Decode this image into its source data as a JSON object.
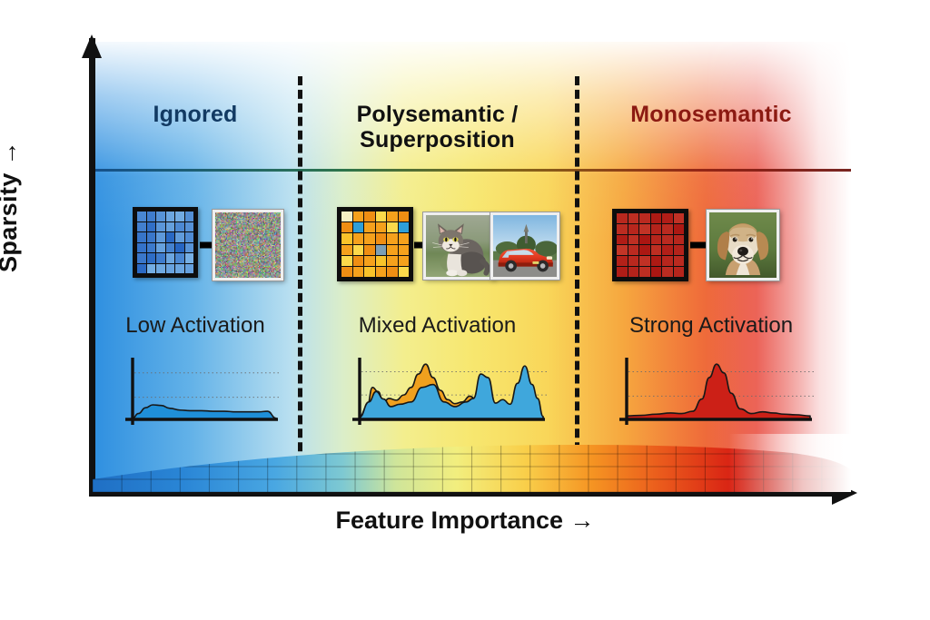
{
  "figure": {
    "axes": {
      "y_label": "Sparsity →",
      "x_label": "Feature Importance →"
    },
    "columns": [
      {
        "id": "ignored",
        "title": "Ignored",
        "title_color": "#123a63",
        "activation_label": "Low Activation"
      },
      {
        "id": "polysemantic",
        "title": "Polysemantic /\nSuperposition",
        "title_color": "#111111",
        "activation_label": "Mixed Activation"
      },
      {
        "id": "monosemantic",
        "title": "Monosemantic",
        "title_color": "#8c1a12",
        "activation_label": "Strong Activation"
      }
    ],
    "column_titles": {
      "ignored": "Ignored",
      "polysemantic_line1": "Polysemantic /",
      "polysemantic_line2": "Superposition",
      "monosemantic": "Monosemantic"
    },
    "activation_labels": {
      "low": "Low Activation",
      "mixed": "Mixed Activation",
      "strong": "Strong Activation"
    },
    "thumbnails": [
      {
        "column": "ignored",
        "name": "noise-image",
        "caption": "random noise"
      },
      {
        "column": "polysemantic",
        "name": "cat-image",
        "caption": "cat photo"
      },
      {
        "column": "polysemantic",
        "name": "car-image",
        "caption": "red car photo"
      },
      {
        "column": "monosemantic",
        "name": "dog-image",
        "caption": "dog photo"
      }
    ],
    "colors": {
      "low": "#1f6fc4",
      "mixed_a": "#f0a01e",
      "mixed_b": "#3fa7dc",
      "strong": "#cc2017",
      "axis": "#111111",
      "ignored_title": "#123a63",
      "polysemantic_title": "#111111",
      "monosemantic_title": "#8c1a12"
    }
  },
  "chart_data": {
    "type": "diagram",
    "title": "Feature sparsity vs. feature importance regimes",
    "xlabel": "Feature Importance →",
    "ylabel": "Sparsity →",
    "grid": false,
    "legend": "none",
    "regions": [
      {
        "name": "Ignored",
        "x_range": [
          0.0,
          0.28
        ],
        "background_color": "#2e8fe0",
        "activation": "Low Activation",
        "matrix": {
          "rows": 6,
          "cols": 6,
          "palette": "blues",
          "values": [
            [
              0.55,
              0.62,
              0.45,
              0.3,
              0.26,
              0.48
            ],
            [
              0.6,
              0.72,
              0.42,
              0.35,
              0.52,
              0.46
            ],
            [
              0.68,
              0.66,
              0.4,
              0.78,
              0.38,
              0.5
            ],
            [
              0.7,
              0.64,
              0.34,
              0.58,
              0.8,
              0.44
            ],
            [
              0.66,
              0.74,
              0.62,
              0.3,
              0.54,
              0.22
            ],
            [
              0.76,
              0.24,
              0.28,
              0.32,
              0.3,
              0.34
            ]
          ]
        },
        "outputs": [
          "random noise"
        ]
      },
      {
        "name": "Polysemantic / Superposition",
        "x_range": [
          0.28,
          0.64
        ],
        "background_color": "#f7e76f",
        "activation": "Mixed Activation",
        "matrix": {
          "rows": 6,
          "cols": 6,
          "palette": "orange-blue",
          "values": [
            [
              0.05,
              0.62,
              0.92,
              0.88,
              0.6,
              0.95
            ],
            [
              0.9,
              0.5,
              0.66,
              0.62,
              0.84,
              0.55
            ],
            [
              0.72,
              0.6,
              0.58,
              0.9,
              0.64,
              0.62
            ],
            [
              0.63,
              0.88,
              0.92,
              0.2,
              0.65,
              0.6
            ],
            [
              0.86,
              0.92,
              0.6,
              0.72,
              0.58,
              0.6
            ],
            [
              0.94,
              0.62,
              0.7,
              0.66,
              0.9,
              0.88
            ]
          ]
        },
        "outputs": [
          "cat photo",
          "red car photo"
        ]
      },
      {
        "name": "Monosemantic",
        "x_range": [
          0.64,
          1.0
        ],
        "background_color": "#de2420",
        "activation": "Strong Activation",
        "matrix": {
          "rows": 6,
          "cols": 6,
          "palette": "reds",
          "values": [
            [
              0.72,
              0.66,
              0.7,
              0.88,
              0.84,
              0.62
            ],
            [
              0.68,
              0.74,
              0.6,
              0.78,
              0.7,
              0.9
            ],
            [
              0.86,
              0.64,
              0.92,
              0.76,
              0.7,
              0.74
            ],
            [
              0.58,
              0.7,
              0.9,
              0.66,
              0.82,
              0.78
            ],
            [
              0.8,
              0.72,
              0.62,
              0.88,
              0.74,
              0.7
            ],
            [
              0.84,
              0.78,
              0.66,
              0.92,
              0.68,
              0.76
            ]
          ]
        },
        "outputs": [
          "dog photo"
        ]
      }
    ],
    "activation_plots": [
      {
        "name": "low-activation-plot",
        "series": [
          {
            "name": "activation",
            "color": "#1f8fd8",
            "x": [
              0,
              0.04,
              0.09,
              0.14,
              0.2,
              0.26,
              0.33,
              0.4,
              0.48,
              0.56,
              0.64,
              0.72,
              0.8,
              0.88,
              0.94,
              1.0
            ],
            "y": [
              0.02,
              0.1,
              0.2,
              0.25,
              0.24,
              0.19,
              0.16,
              0.15,
              0.15,
              0.14,
              0.14,
              0.13,
              0.13,
              0.13,
              0.14,
              0.02
            ]
          }
        ],
        "gridlines": [
          0.38,
          0.8
        ],
        "ylim": [
          0,
          1
        ]
      },
      {
        "name": "mixed-activation-plot",
        "series": [
          {
            "name": "feature-a",
            "color": "#f0a01e",
            "x": [
              0,
              0.04,
              0.07,
              0.1,
              0.13,
              0.16,
              0.2,
              0.24,
              0.28,
              0.32,
              0.36,
              0.4,
              0.44,
              0.48,
              0.52,
              0.56,
              0.6,
              0.64,
              0.68,
              0.72,
              0.76,
              0.8,
              0.86,
              0.92,
              1.0
            ],
            "y": [
              0.05,
              0.22,
              0.55,
              0.48,
              0.3,
              0.36,
              0.33,
              0.42,
              0.55,
              0.78,
              0.95,
              0.72,
              0.5,
              0.34,
              0.27,
              0.3,
              0.4,
              0.33,
              0.12,
              0.06,
              0.05,
              0.05,
              0.05,
              0.05,
              0.04
            ]
          },
          {
            "name": "feature-b",
            "color": "#3fa7dc",
            "x": [
              0,
              0.05,
              0.09,
              0.13,
              0.17,
              0.22,
              0.28,
              0.34,
              0.4,
              0.46,
              0.52,
              0.58,
              0.62,
              0.66,
              0.7,
              0.74,
              0.78,
              0.82,
              0.86,
              0.9,
              0.94,
              0.97,
              1.0
            ],
            "y": [
              0.04,
              0.3,
              0.48,
              0.35,
              0.22,
              0.26,
              0.3,
              0.55,
              0.6,
              0.3,
              0.22,
              0.3,
              0.36,
              0.78,
              0.72,
              0.28,
              0.34,
              0.26,
              0.62,
              0.92,
              0.6,
              0.36,
              0.05
            ]
          }
        ],
        "gridlines": [
          0.42,
          0.82
        ],
        "ylim": [
          0,
          1
        ]
      },
      {
        "name": "strong-activation-plot",
        "series": [
          {
            "name": "activation",
            "color": "#cc2017",
            "x": [
              0,
              0.08,
              0.16,
              0.24,
              0.3,
              0.36,
              0.41,
              0.45,
              0.49,
              0.53,
              0.57,
              0.62,
              0.68,
              0.74,
              0.8,
              0.86,
              0.92,
              1.0
            ],
            "y": [
              0.06,
              0.07,
              0.09,
              0.11,
              0.1,
              0.14,
              0.35,
              0.72,
              0.95,
              0.8,
              0.45,
              0.18,
              0.1,
              0.13,
              0.11,
              0.09,
              0.08,
              0.06
            ]
          }
        ],
        "gridlines": [
          0.4,
          0.82
        ],
        "ylim": [
          0,
          1
        ]
      }
    ],
    "importance_band": {
      "description": "rising gridded heat band along the x-axis encoding increasing feature importance",
      "gradient_stops": [
        "#1f6fc4",
        "#49a7e2",
        "#9fd8c4",
        "#f2ee7e",
        "#f9cf4a",
        "#f59322",
        "#e8521f",
        "#d41b12",
        "#b01008"
      ],
      "grid_rows": 4,
      "grid_cols": 26
    }
  }
}
